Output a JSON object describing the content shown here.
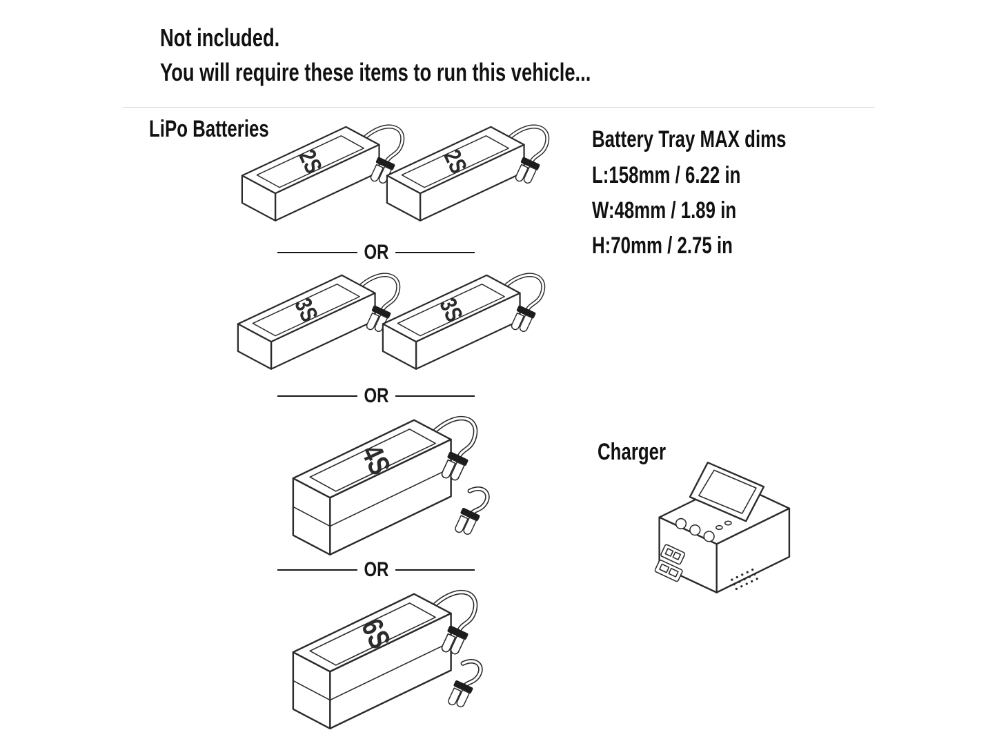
{
  "header": {
    "line1": "Not included.",
    "line2": "You will require these items to run this vehicle..."
  },
  "batteries_section": {
    "title": "LiPo Batteries",
    "or_label": "OR",
    "options": [
      {
        "label": "2S"
      },
      {
        "label": "2S"
      },
      {
        "label": "3S"
      },
      {
        "label": "3S"
      },
      {
        "label": "4S"
      },
      {
        "label": "6S"
      }
    ]
  },
  "tray_dims": {
    "title": "Battery Tray MAX dims",
    "length": "L:158mm / 6.22 in",
    "width": "W:48mm / 1.89 in",
    "height": "H:70mm / 2.75 in"
  },
  "charger_section": {
    "title": "Charger"
  }
}
